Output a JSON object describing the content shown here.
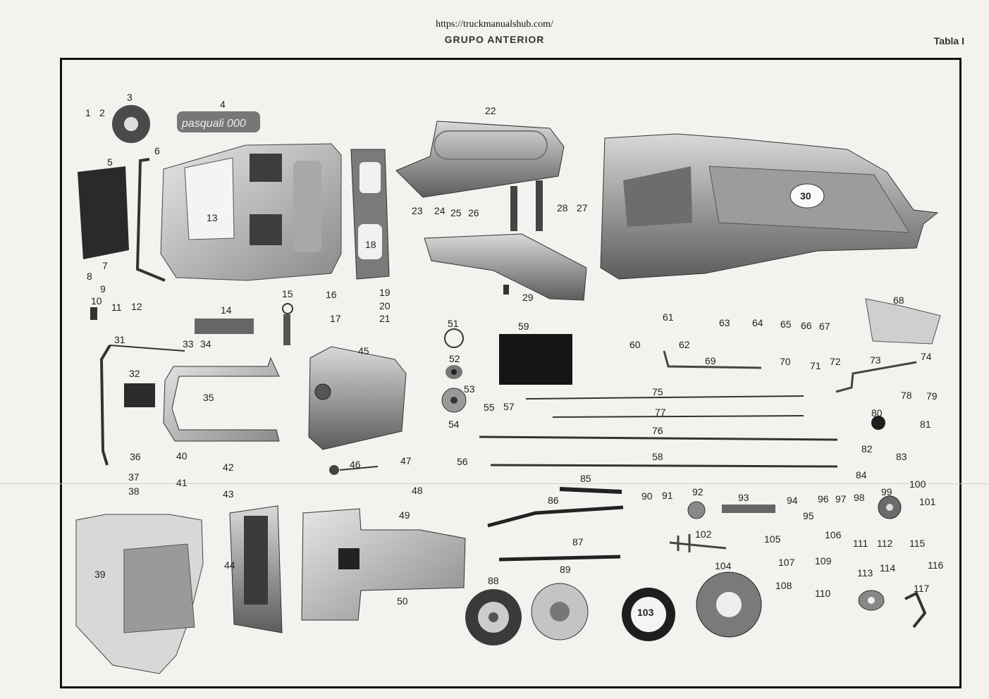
{
  "header": {
    "source_url": "https://truckmanualshub.com/",
    "title": "GRUPO ANTERIOR",
    "plate": "Tabla I"
  },
  "logo_text": "pasquali 000",
  "callouts": [
    "1",
    "2",
    "3",
    "4",
    "5",
    "6",
    "7",
    "8",
    "9",
    "10",
    "11",
    "12",
    "13",
    "14",
    "15",
    "16",
    "17",
    "18",
    "19",
    "20",
    "21",
    "22",
    "23",
    "24",
    "25",
    "26",
    "27",
    "28",
    "29",
    "30",
    "31",
    "32",
    "33",
    "34",
    "35",
    "36",
    "37",
    "38",
    "39",
    "40",
    "41",
    "42",
    "43",
    "44",
    "45",
    "46",
    "47",
    "48",
    "49",
    "50",
    "51",
    "52",
    "53",
    "54",
    "55",
    "56",
    "57",
    "58",
    "59",
    "60",
    "61",
    "62",
    "63",
    "64",
    "65",
    "66",
    "67",
    "68",
    "69",
    "70",
    "71",
    "72",
    "73",
    "74",
    "75",
    "76",
    "77",
    "78",
    "79",
    "80",
    "81",
    "82",
    "83",
    "84",
    "85",
    "86",
    "87",
    "88",
    "89",
    "90",
    "91",
    "92",
    "93",
    "94",
    "95",
    "96",
    "97",
    "98",
    "99",
    "100",
    "101",
    "102",
    "103",
    "104",
    "105",
    "106",
    "107",
    "108",
    "109",
    "110",
    "111",
    "112",
    "113",
    "114",
    "115",
    "116",
    "117"
  ]
}
